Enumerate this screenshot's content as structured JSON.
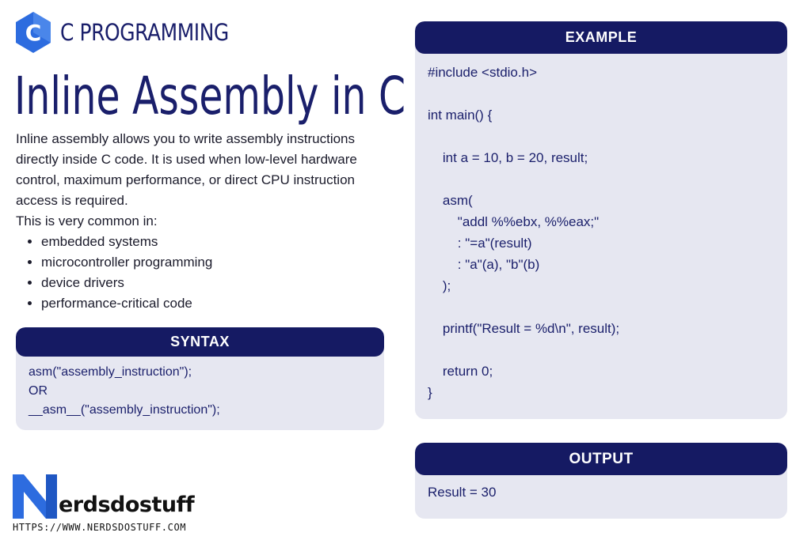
{
  "brand": {
    "name": "C PROGRAMMING",
    "icon": "c-hexagon-icon",
    "icon_letter": "C",
    "color": "#2d6cdf"
  },
  "title": "Inline Assembly in C",
  "intro": {
    "paragraph": "Inline assembly allows you to write assembly instructions directly inside C code. It is used when low-level hardware control, maximum performance, or direct CPU instruction access is required.",
    "common_label": "This is very common in:",
    "items": [
      "embedded systems",
      "microcontroller programming",
      "device drivers",
      "performance-critical code"
    ]
  },
  "syntax": {
    "heading": "SYNTAX",
    "lines": [
      "asm(\"assembly_instruction\");",
      "OR",
      "__asm__(\"assembly_instruction\");"
    ]
  },
  "example": {
    "heading": "EXAMPLE",
    "lines": [
      "#include <stdio.h>",
      "",
      "int main() {",
      "",
      "    int a = 10, b = 20, result;",
      "",
      "    asm(",
      "        \"addl %%ebx, %%eax;\"",
      "        : \"=a\"(result)",
      "        : \"a\"(a), \"b\"(b)",
      "    );",
      "",
      "    printf(\"Result = %d\\n\", result);",
      "",
      "    return 0;",
      "}"
    ]
  },
  "output": {
    "heading": "OUTPUT",
    "text": "Result = 30"
  },
  "footer": {
    "logo_letter": "N",
    "logo_text": "erdsdostuff",
    "url": "HTTPS://WWW.NERDSDOSTUFF.COM"
  },
  "colors": {
    "navy": "#151a63",
    "panel": "#e6e7f1",
    "accent_blue": "#2d6cdf"
  }
}
